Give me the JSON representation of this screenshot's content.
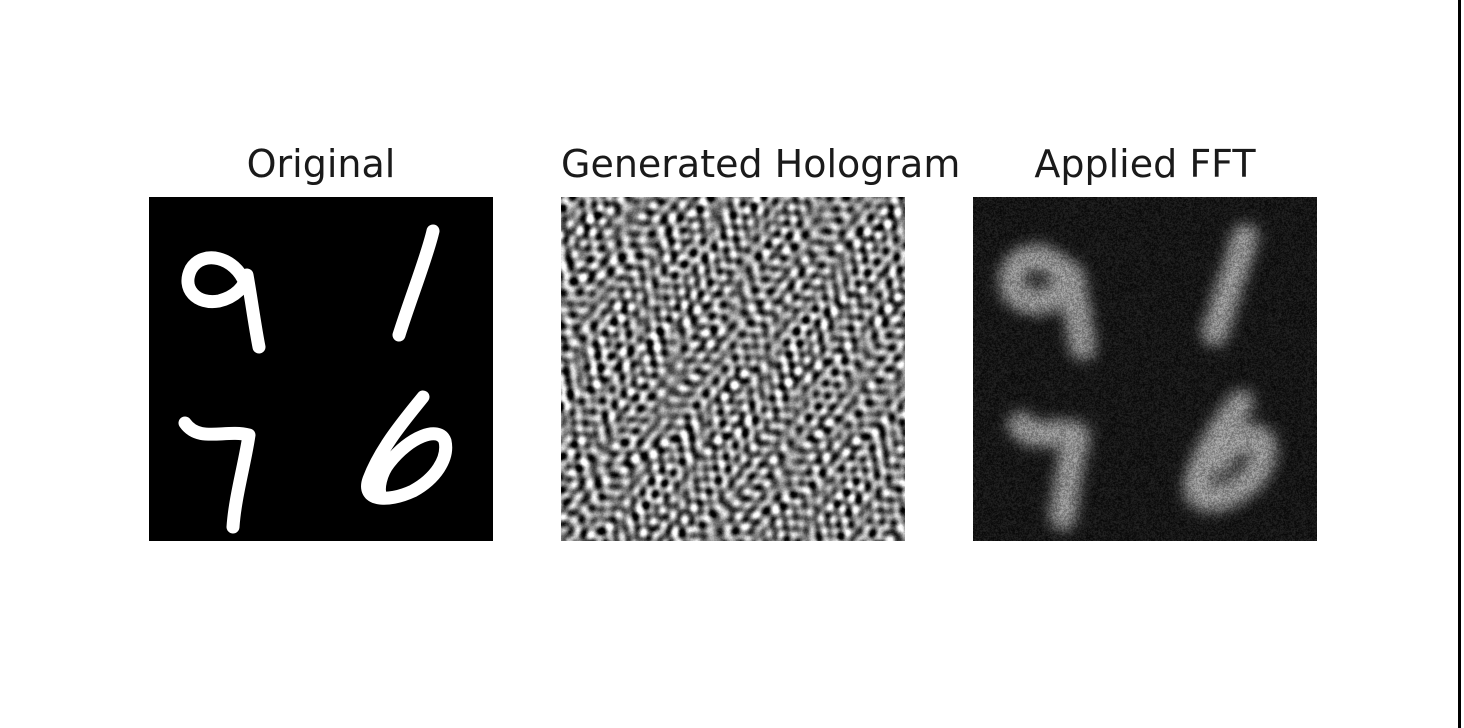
{
  "panels": [
    {
      "title": "Original",
      "image": "handwritten-digits-grid",
      "digits": [
        "9",
        "1",
        "7",
        "6"
      ]
    },
    {
      "title": "Generated Hologram",
      "image": "speckle-noise-hologram"
    },
    {
      "title": "Applied FFT",
      "image": "blurred-noisy-digit-reconstruction"
    }
  ],
  "colors": {
    "background": "#ffffff",
    "image_background": "#000000",
    "foreground": "#ffffff"
  }
}
